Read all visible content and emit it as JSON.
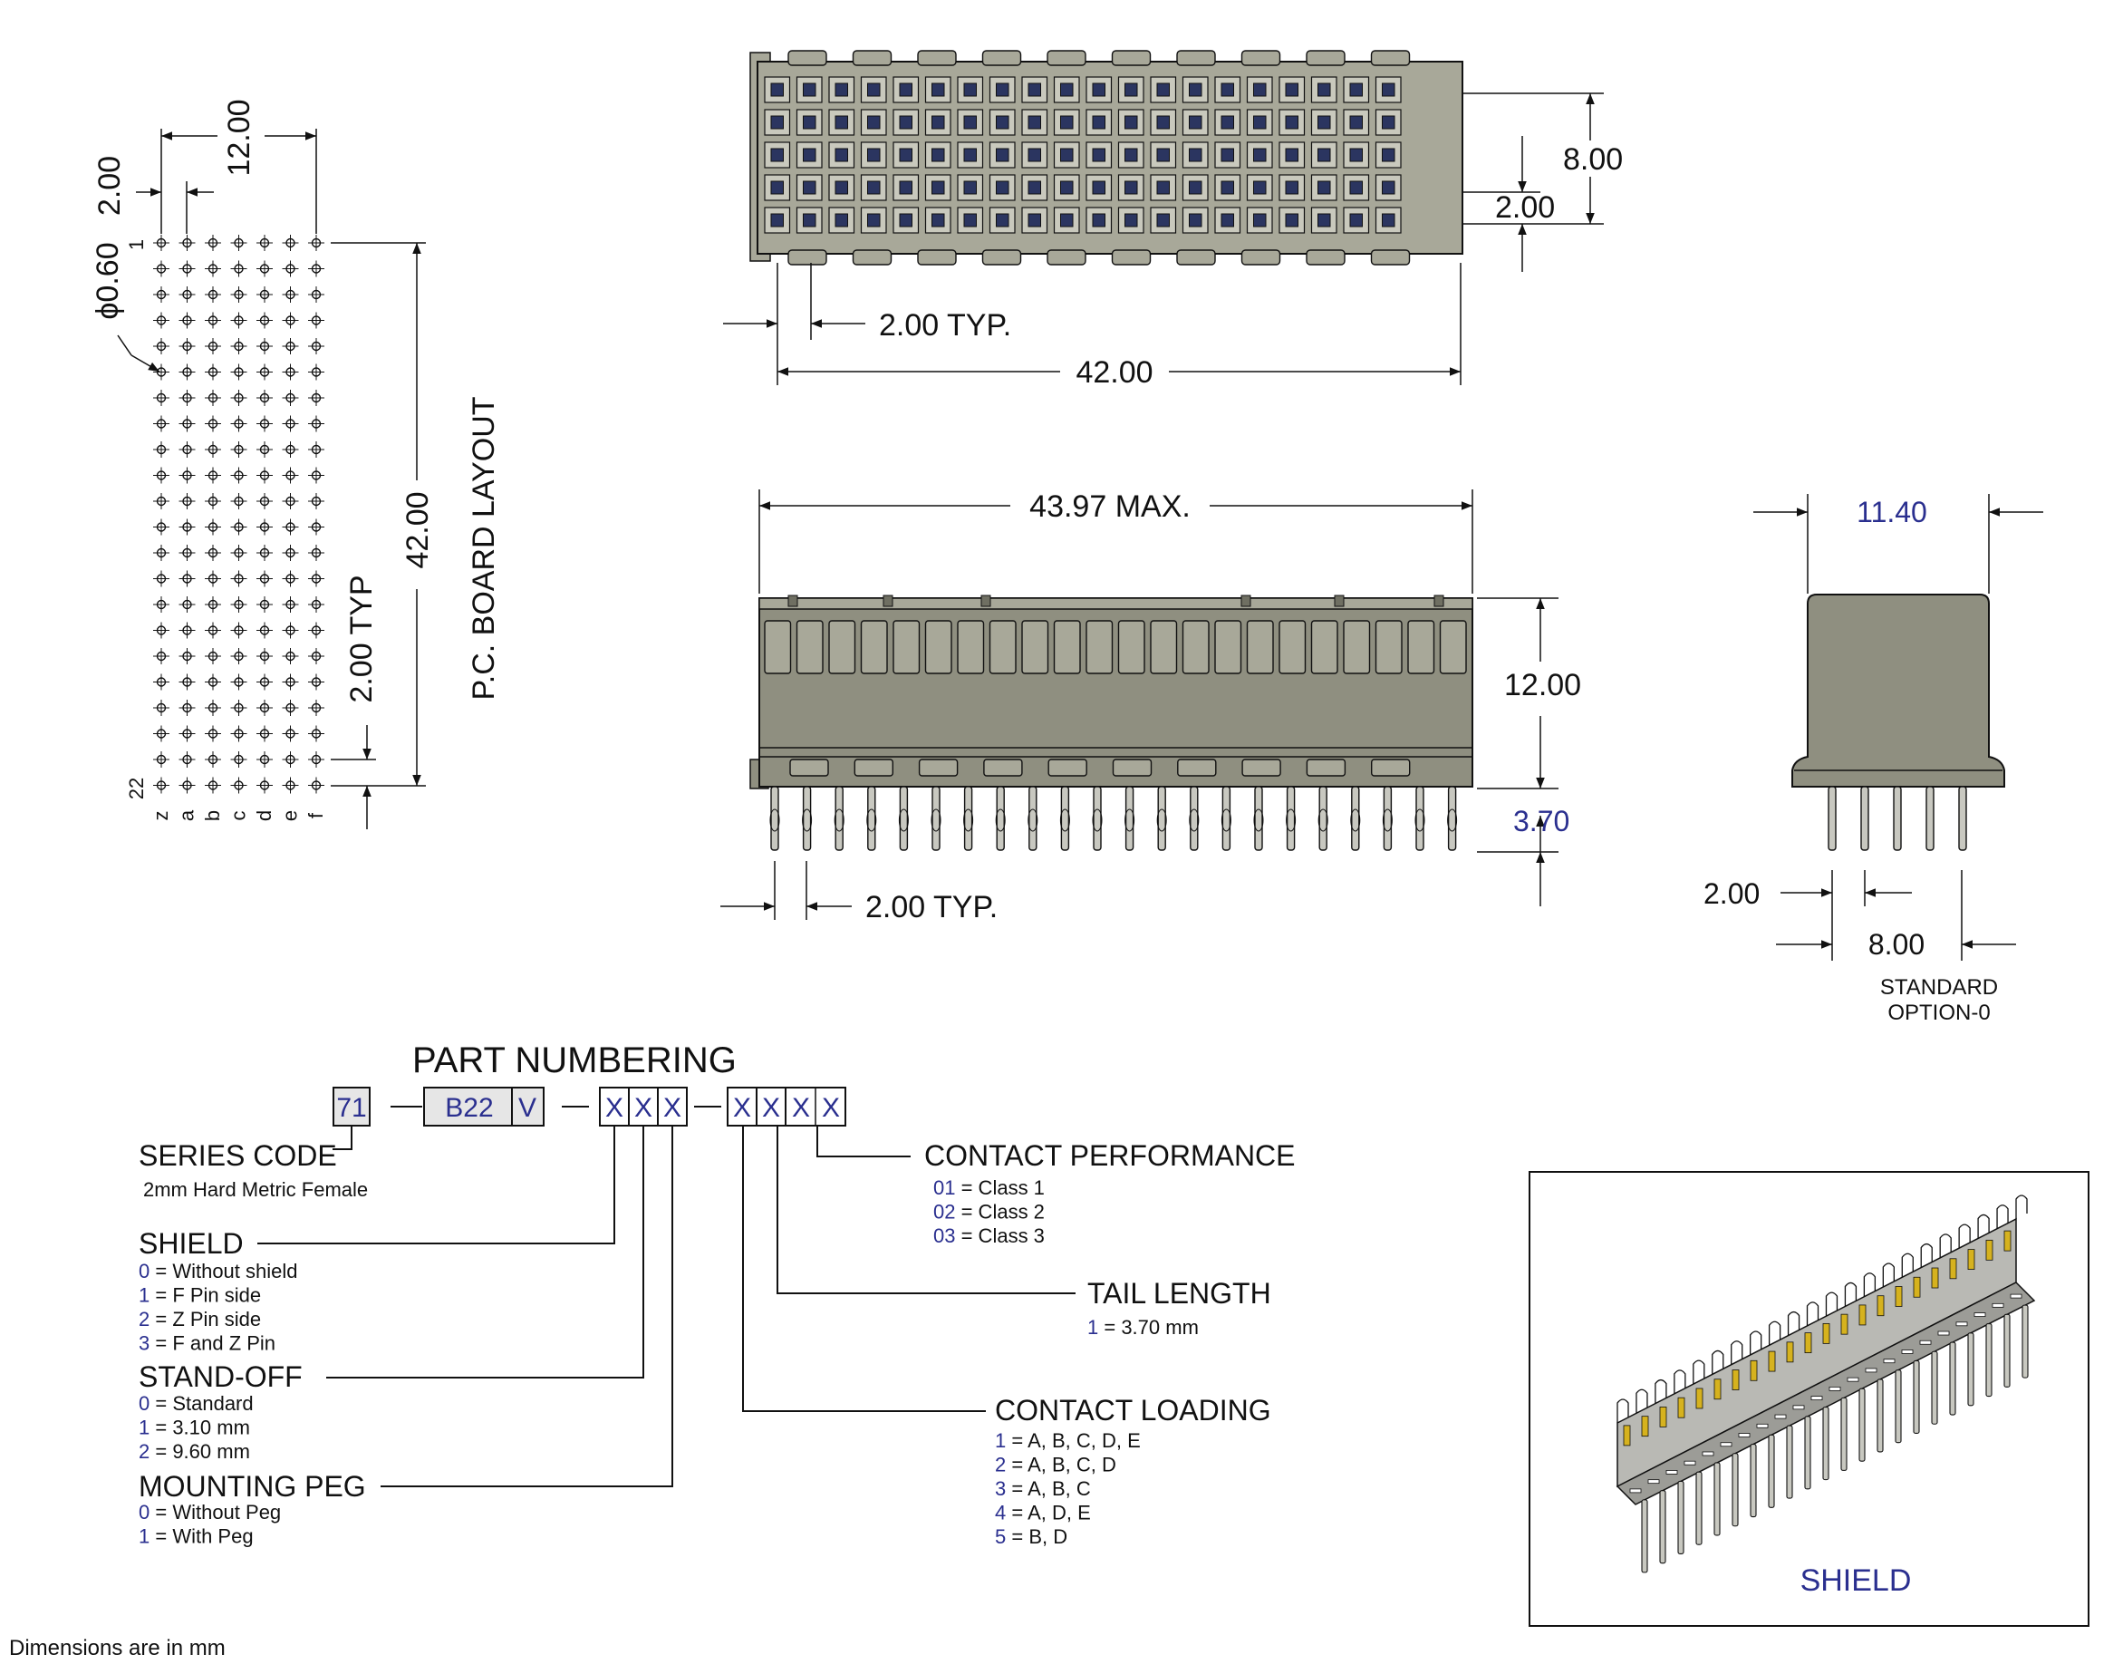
{
  "colors": {
    "line": "#111111",
    "body_gray": "#8f8f80",
    "body_dark": "#6f6f62",
    "body_light": "#a8a899",
    "pin": "#c8c8c0",
    "cell_blue": "#2b3560",
    "box_fill": "#e6e6e6",
    "accent_blue": "#2a2f8f",
    "shield_yellow": "#d6b21e"
  },
  "pcb": {
    "rows": 22,
    "cols": 7,
    "row_first": "1",
    "row_last": "22",
    "col_labels": [
      "z",
      "a",
      "b",
      "c",
      "d",
      "e",
      "f"
    ],
    "dim_hole": "ϕ0.60",
    "dim_pitch": "2.00",
    "dim_width": "12.00",
    "dim_length": "42.00",
    "dim_typ": "2.00 TYP",
    "title": "P.C. BOARD LAYOUT"
  },
  "top_view": {
    "cols": 20,
    "rows": 5,
    "dim_height": "8.00",
    "dim_pitch": "2.00",
    "dim_typ": "2.00 TYP.",
    "dim_length": "42.00"
  },
  "front_view": {
    "windows": 22,
    "pins": 22,
    "dim_max": "43.97 MAX.",
    "dim_height": "12.00",
    "dim_tail": "3.70",
    "dim_typ": "2.00 TYP."
  },
  "side_view": {
    "pins": 5,
    "dim_width": "11.40",
    "dim_pitch": "2.00",
    "dim_span": "8.00",
    "label_line1": "STANDARD",
    "label_line2": "OPTION-0"
  },
  "part_numbering": {
    "title": "PART NUMBERING",
    "series_box": "71",
    "b22_box": "B22",
    "v_box": "V",
    "x": "X",
    "series": {
      "name": "SERIES CODE",
      "desc": "2mm Hard Metric Female"
    },
    "shield": {
      "name": "SHIELD",
      "options": [
        {
          "code": "0",
          "label": " = Without shield"
        },
        {
          "code": "1",
          "label": " =  F Pin side"
        },
        {
          "code": "2",
          "label": " =  Z Pin side"
        },
        {
          "code": "3",
          "label": " =  F and Z Pin"
        }
      ]
    },
    "standoff": {
      "name": "STAND-OFF",
      "options": [
        {
          "code": "0",
          "label": " = Standard"
        },
        {
          "code": "1",
          "label": " = 3.10 mm"
        },
        {
          "code": "2",
          "label": " = 9.60 mm"
        }
      ]
    },
    "peg": {
      "name": "MOUNTING PEG",
      "options": [
        {
          "code": "0",
          "label": " = Without Peg"
        },
        {
          "code": "1",
          "label": " = With Peg"
        }
      ]
    },
    "performance": {
      "name": "CONTACT PERFORMANCE",
      "options": [
        {
          "code": "01",
          "label": " = Class 1"
        },
        {
          "code": "02",
          "label": " = Class 2"
        },
        {
          "code": "03",
          "label": " = Class 3"
        }
      ]
    },
    "tail": {
      "name": "TAIL LENGTH",
      "options": [
        {
          "code": "1",
          "label": " = 3.70 mm"
        }
      ]
    },
    "loading": {
      "name": "CONTACT LOADING",
      "options": [
        {
          "code": "1",
          "label": " = A, B, C, D, E"
        },
        {
          "code": "2",
          "label": " = A, B, C, D"
        },
        {
          "code": "3",
          "label": " = A, B, C"
        },
        {
          "code": "4",
          "label": " = A, D, E"
        },
        {
          "code": "5",
          "label": " = B, D"
        }
      ]
    }
  },
  "shield_view": {
    "label": "SHIELD"
  },
  "footer": "Dimensions are in mm"
}
